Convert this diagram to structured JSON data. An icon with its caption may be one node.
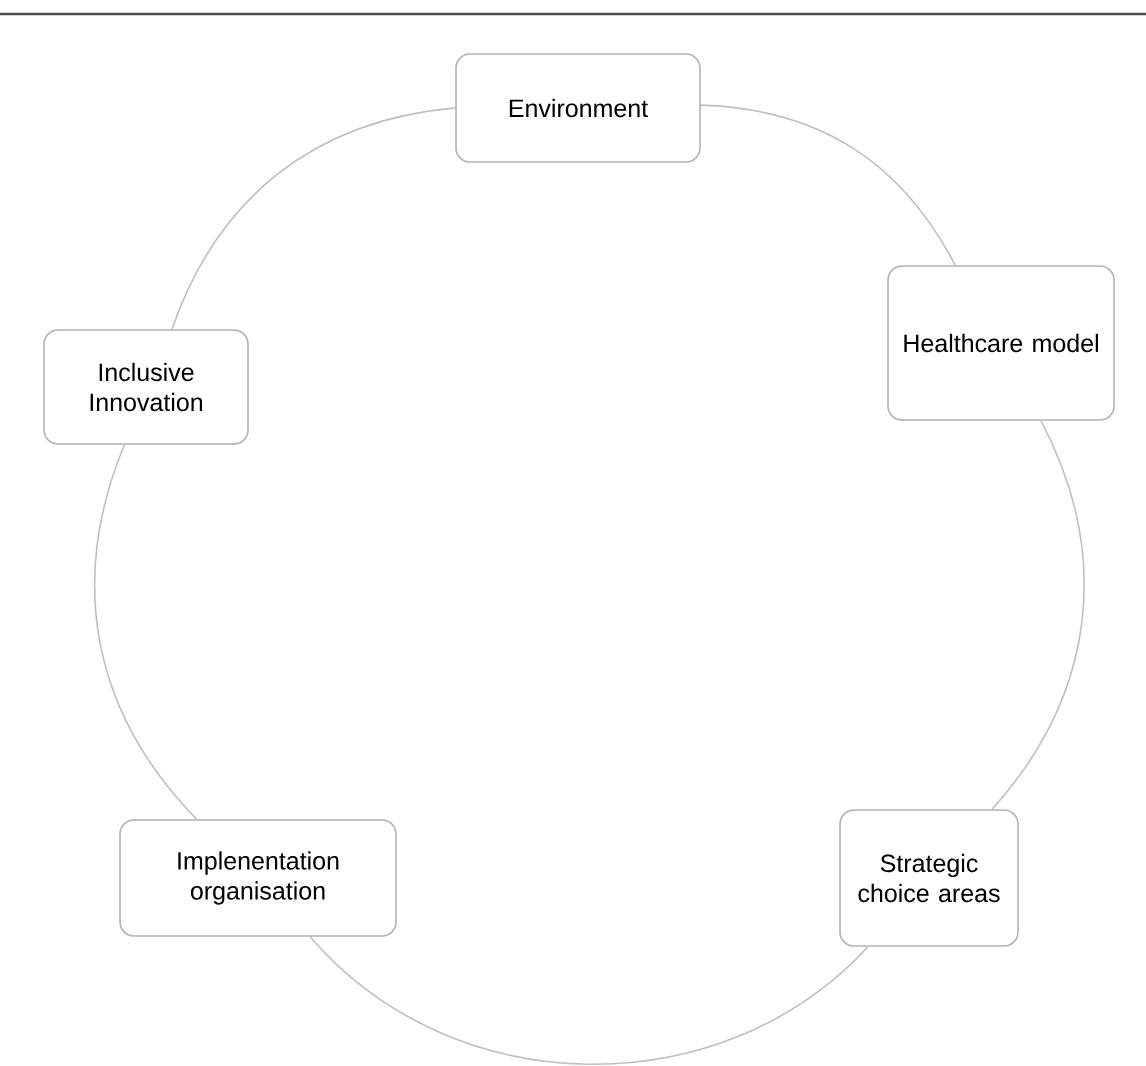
{
  "diagram": {
    "nodes": [
      {
        "text": [
          "Environment"
        ]
      },
      {
        "text": [
          "Healthcare model"
        ]
      },
      {
        "text": [
          "Strategic choice areas"
        ]
      },
      {
        "text": [
          "Implenentation organisation"
        ]
      },
      {
        "text": [
          "Inclusive Innovation"
        ]
      }
    ],
    "edges": [
      {
        "from": 0,
        "to": 1,
        "arrow": "none"
      },
      {
        "from": 1,
        "to": 2,
        "arrow": "none"
      },
      {
        "from": 2,
        "to": 3,
        "arrow": "none"
      },
      {
        "from": 3,
        "to": 4,
        "arrow": "none"
      },
      {
        "from": 4,
        "to": 0,
        "arrow": "none"
      }
    ]
  }
}
